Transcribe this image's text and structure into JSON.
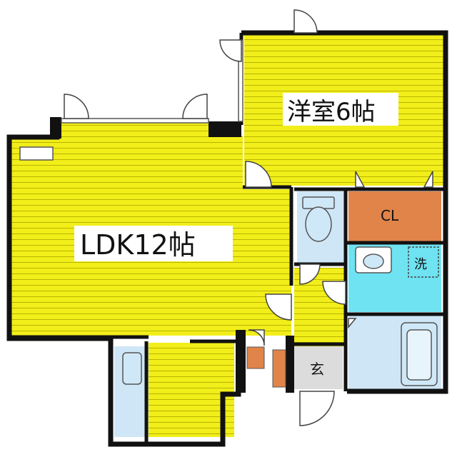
{
  "colors": {
    "wall": "#111111",
    "floor_main": "#f2ee1a",
    "floor_stripe": "#b9b400",
    "closet": "#e0844a",
    "washroom": "#6fe3f2",
    "wet_area": "#cfe6f6",
    "fixture": "#cfe8f8",
    "entrance": "#dcdcdc",
    "shoe_box": "#e0844a",
    "door_line": "#444444"
  },
  "rooms": {
    "western_room": {
      "label": "洋室6帖"
    },
    "ldk": {
      "label": "LDK12帖"
    },
    "closet": {
      "label": "CL"
    },
    "washroom": {
      "label": "洗"
    },
    "entrance": {
      "label": "玄"
    }
  },
  "icons": {
    "western_room_door": "door-swing-icon",
    "toilet": "toilet-icon",
    "washbasin": "washbasin-icon",
    "bathtub": "bathtub-icon",
    "kitchen_sink": "kitchen-sink-icon",
    "air_conditioner": "air-conditioner-icon",
    "shoe_cabinet": "shoe-cabinet-icon"
  }
}
